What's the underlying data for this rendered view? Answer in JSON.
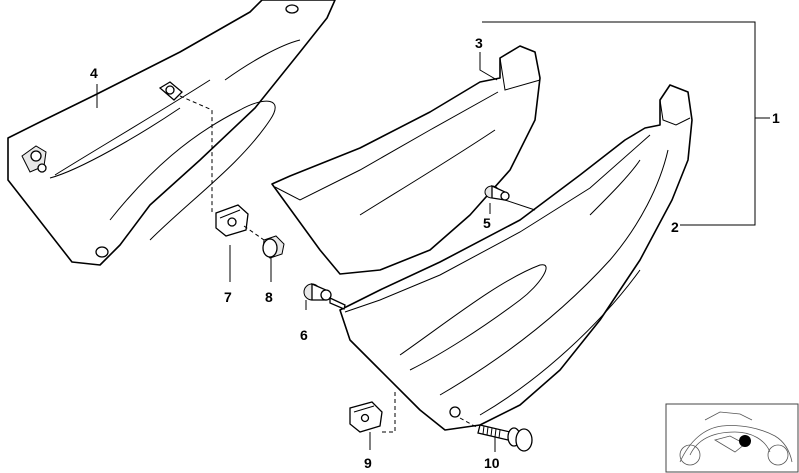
{
  "callouts": {
    "c1": "1",
    "c2": "2",
    "c3": "3",
    "c4": "4",
    "c5": "5",
    "c6": "6",
    "c7": "7",
    "c8": "8",
    "c9": "9",
    "c10": "10"
  },
  "locator_marker_color": "#000000"
}
